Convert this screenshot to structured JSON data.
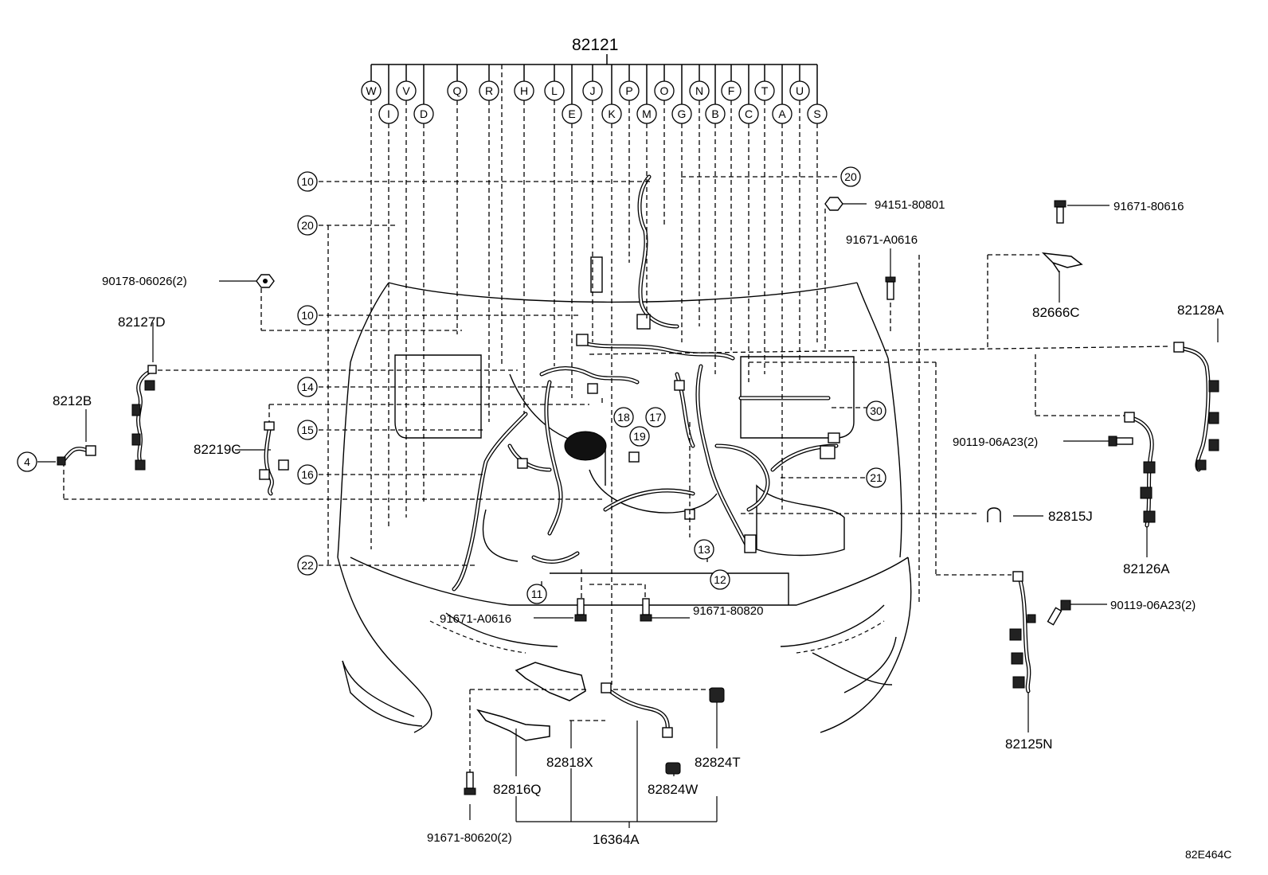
{
  "diagram": {
    "harness_group_part": "82121",
    "harness_letters_row1": [
      "W",
      "V",
      "Q",
      "R",
      "H",
      "L",
      "J",
      "P",
      "O",
      "N",
      "F",
      "T",
      "U"
    ],
    "harness_letters_row2": [
      "I",
      "D",
      "E",
      "K",
      "M",
      "G",
      "B",
      "C",
      "A",
      "S"
    ],
    "parts": {
      "p82127D": "82127D",
      "p8212B": "8212B",
      "p82219C": "82219C",
      "p82666C": "82666C",
      "p82128A": "82128A",
      "p82126A": "82126A",
      "p82815J": "82815J",
      "p82125N": "82125N",
      "p82818X": "82818X",
      "p82816Q": "82816Q",
      "p82824T": "82824T",
      "p82824W": "82824W",
      "p16364A": "16364A"
    },
    "fasteners": {
      "f90178": "90178-06026(2)",
      "f94151": "94151-80801",
      "f91671_a0616_top": "91671-A0616",
      "f91671_80616": "91671-80616",
      "f90119_a": "90119-06A23(2)",
      "f90119_b": "90119-06A23(2)",
      "f91671_a0616_bot": "91671-A0616",
      "f91671_80820": "91671-80820",
      "f91671_80620": "91671-80620(2)"
    },
    "callouts": {
      "c10a": "10",
      "c20a": "20",
      "c10b": "10",
      "c14": "14",
      "c15": "15",
      "c16": "16",
      "c4": "4",
      "c22": "22",
      "c11": "11",
      "c13": "13",
      "c12": "12",
      "c18": "18",
      "c17": "17",
      "c19": "19",
      "c20b": "20",
      "c30": "30",
      "c21": "21"
    },
    "reference_id": "82E464C"
  }
}
